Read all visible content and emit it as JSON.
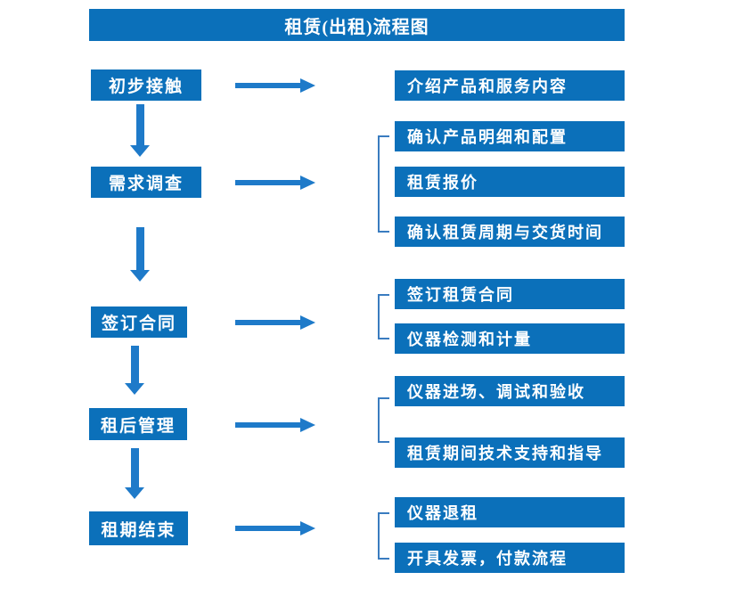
{
  "title": "租赁(出租)流程图",
  "colors": {
    "box": "#0b70ba",
    "arrow": "#1e7ac9",
    "bracket": "#3a7cc0",
    "text": "#ffffff"
  },
  "steps": [
    {
      "label": "初步接触",
      "details": [
        "介绍产品和服务内容"
      ]
    },
    {
      "label": "需求调查",
      "details": [
        "确认产品明细和配置",
        "租赁报价",
        "确认租赁周期与交货时间"
      ]
    },
    {
      "label": "签订合同",
      "details": [
        "签订租赁合同",
        "仪器检测和计量"
      ]
    },
    {
      "label": "租后管理",
      "details": [
        "仪器进场、调试和验收",
        "租赁期间技术支持和指导"
      ]
    },
    {
      "label": "租期结束",
      "details": [
        "仪器退租",
        "开具发票，付款流程"
      ]
    }
  ]
}
